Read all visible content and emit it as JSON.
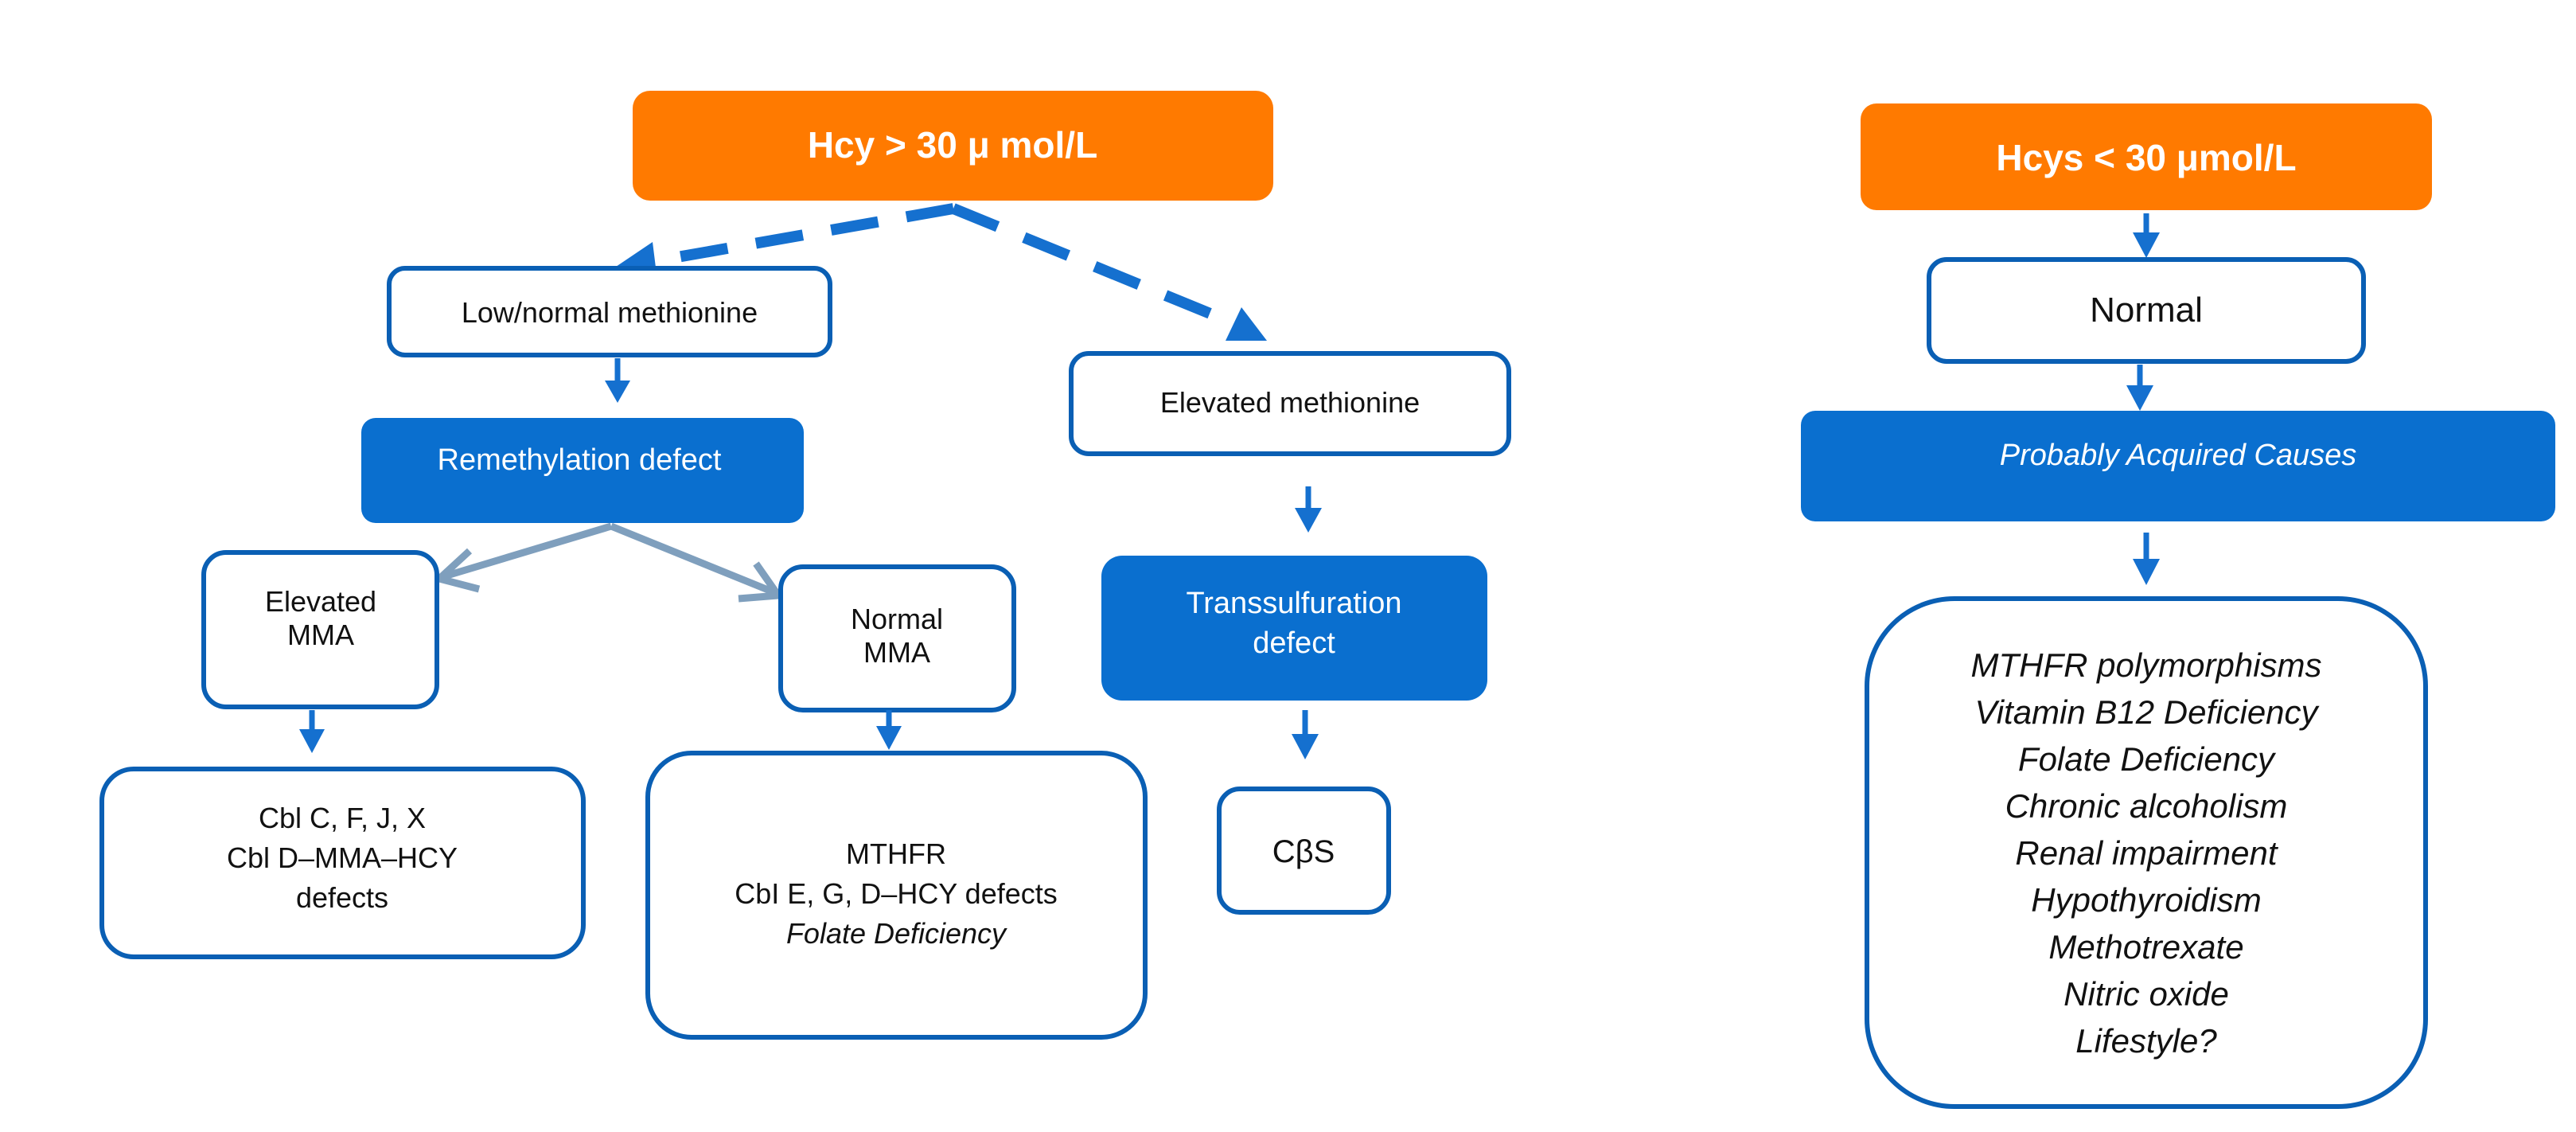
{
  "colors": {
    "orange": "#ff7a00",
    "blue": "#0a6fcf",
    "outline": "#0a5fb4",
    "grey_arrow": "#7f9fbd"
  },
  "left_flow": {
    "root": "Hcy > 30 μ mol/L",
    "low_normal_methionine": "Low/normal methionine",
    "remethylation_defect": "Remethylation defect",
    "elevated_mma": [
      "Elevated",
      "MMA"
    ],
    "normal_mma": [
      "Normal",
      "MMA"
    ],
    "cbl_defects": [
      "Cbl C, F, J, X",
      "Cbl D–MMA–HCY",
      "defects"
    ],
    "mthfr_defects": [
      "MTHFR",
      "CbI E, G, D–HCY defects"
    ],
    "mthfr_defects_italic": "Folate Deficiency",
    "elevated_methionine": "Elevated methionine",
    "transsulfuration_defect": [
      "Transsulfuration",
      "defect"
    ],
    "cbs": "CβS"
  },
  "right_flow": {
    "root": "Hcys < 30 μmol/L",
    "normal": "Normal",
    "acquired": "Probably Acquired Causes",
    "causes": [
      "MTHFR polymorphisms",
      "Vitamin B12 Deficiency",
      "Folate Deficiency",
      "Chronic alcoholism",
      "Renal impairment",
      "Hypothyroidism",
      "Methotrexate",
      "Nitric oxide",
      "Lifestyle?"
    ]
  }
}
